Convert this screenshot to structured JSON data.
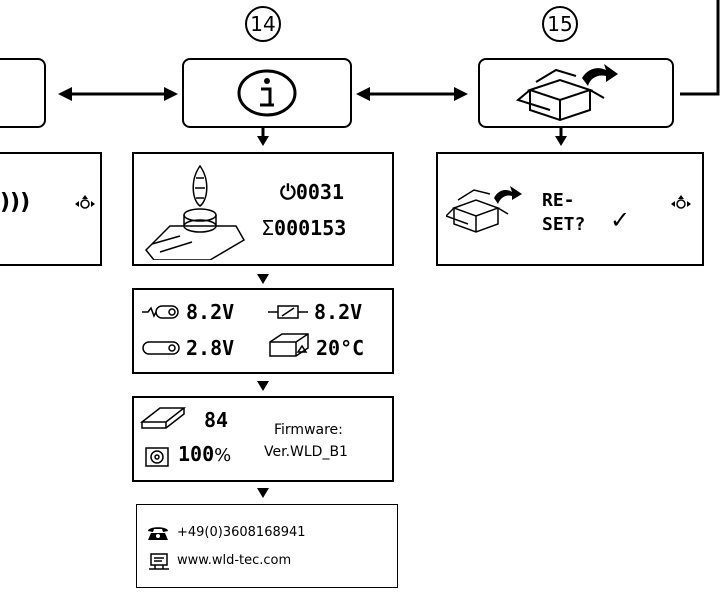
{
  "steps": {
    "info": "14",
    "reset": "15"
  },
  "counters": {
    "on_count": "0031",
    "total_count": "000153"
  },
  "battery": {
    "charge_voltage": "8.2V",
    "supply_voltage": "8.2V",
    "cell_voltage": "2.8V",
    "temperature": "20°C"
  },
  "device_info": {
    "pages": "84",
    "level": "100",
    "percent": "%",
    "firmware_label": "Firmware:",
    "firmware_version": "Ver.WLD_B1"
  },
  "contact": {
    "phone": "+49(0)3608168941",
    "website": "www.wld-tec.com"
  },
  "reset_screen": {
    "line1": "RE-",
    "line2": "SET?",
    "confirm": "✓"
  },
  "colors": {
    "ink": "#000000",
    "background": "#ffffff"
  }
}
